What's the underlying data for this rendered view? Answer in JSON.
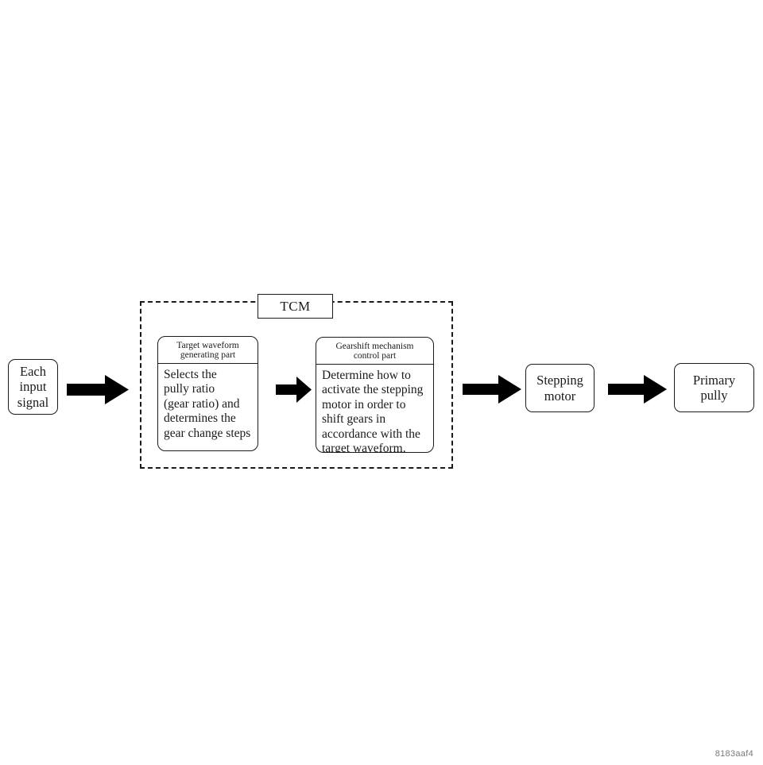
{
  "figure": {
    "id_watermark": "8183aaf4",
    "colors": {
      "background": "#ffffff",
      "stroke": "#1a1a1a",
      "arrow_fill": "#000000",
      "watermark_text": "#7a7a7a"
    }
  },
  "nodes": {
    "input_signal": {
      "name": "Each input signal",
      "lines": [
        "Each",
        "input",
        "signal"
      ]
    },
    "stepping_motor": {
      "name": "Stepping motor",
      "lines": [
        "Stepping",
        "motor"
      ]
    },
    "primary_pully": {
      "name": "Primary pully",
      "lines": [
        "Primary",
        "pully"
      ]
    }
  },
  "tcm": {
    "label": "TCM",
    "parts": [
      {
        "header_lines": [
          "Target waveform",
          "generating part"
        ],
        "body_lines": [
          "Selects the",
          "pully ratio",
          "(gear ratio) and",
          "determines the",
          "gear change steps"
        ]
      },
      {
        "header_lines": [
          "Gearshift mechanism",
          "control part"
        ],
        "body_lines": [
          "Determine how to",
          "activate the stepping",
          "motor in order to",
          "shift gears in",
          "accordance with the",
          "target waveform."
        ]
      }
    ]
  },
  "arrows": [
    {
      "name": "arrow-input-to-tcm",
      "from": "Each input signal",
      "to": "Target waveform generating part"
    },
    {
      "name": "arrow-waveform-to-gearshift",
      "from": "Target waveform generating part",
      "to": "Gearshift mechanism control part"
    },
    {
      "name": "arrow-tcm-to-stepping",
      "from": "Gearshift mechanism control part",
      "to": "Stepping motor"
    },
    {
      "name": "arrow-stepping-to-primary",
      "from": "Stepping motor",
      "to": "Primary pully"
    }
  ]
}
